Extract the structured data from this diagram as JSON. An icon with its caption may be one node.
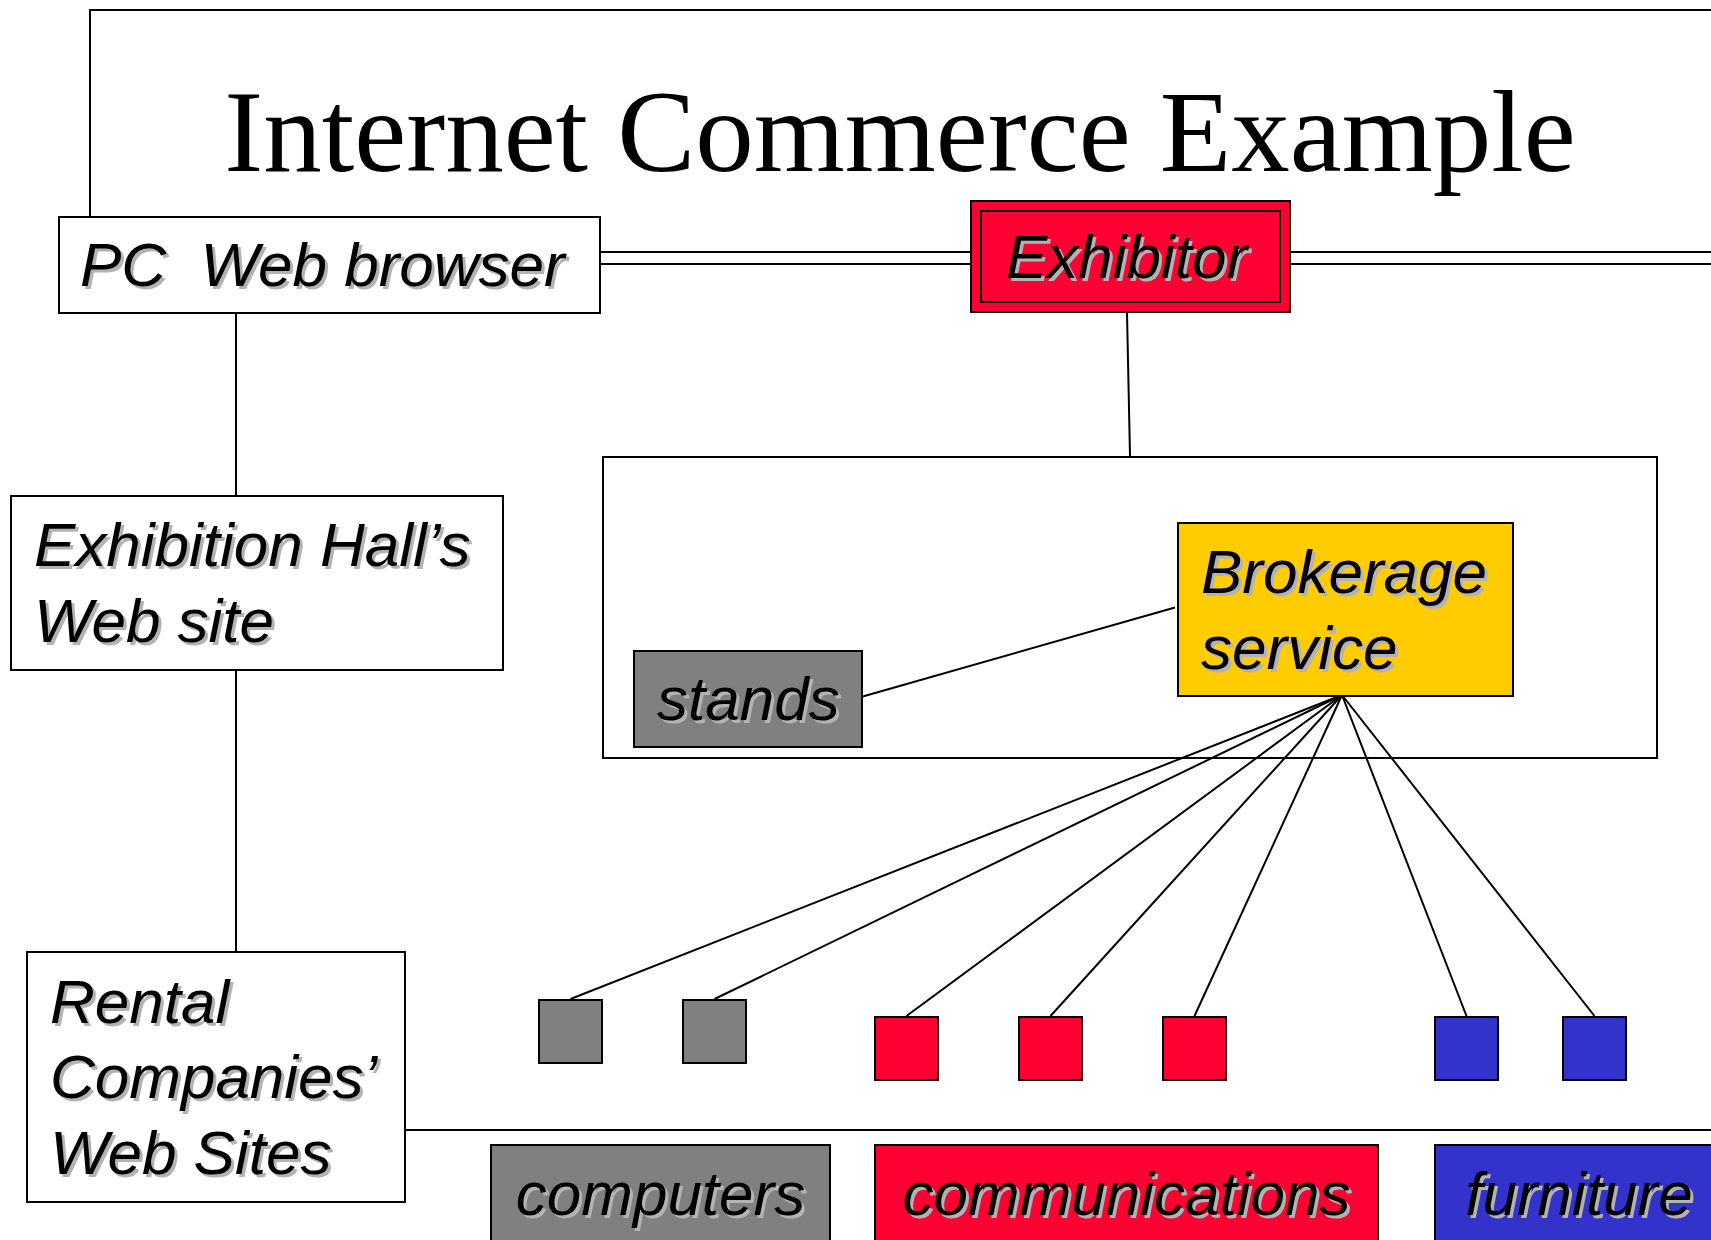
{
  "diagram": {
    "title": "Internet Commerce Example",
    "nodes": [
      {
        "text": [
          "PC  Web browser"
        ]
      },
      {
        "text": [
          "Exhibitor"
        ]
      },
      {
        "text": [
          "Exhibition Hall’s Web site"
        ]
      },
      {
        "text": [],
        "shape": "box"
      },
      {
        "text": [
          "Brokerage service"
        ],
        "in": 3
      },
      {
        "text": [
          "stands"
        ],
        "in": 3
      },
      {
        "text": [],
        "shape": "box"
      },
      {
        "text": [],
        "shape": "box"
      },
      {
        "text": [],
        "shape": "box"
      },
      {
        "text": [],
        "shape": "box"
      },
      {
        "text": [],
        "shape": "box"
      },
      {
        "text": [],
        "shape": "box"
      },
      {
        "text": [],
        "shape": "box"
      },
      {
        "text": [
          "Rental Companies’ Web Sites"
        ]
      }
    ],
    "edges": [
      {
        "from": 1,
        "to": 3,
        "arrow": "none"
      },
      {
        "from": 5,
        "to": 4,
        "arrow": "none"
      },
      {
        "from": 4,
        "to": 6,
        "arrow": "none"
      },
      {
        "from": 4,
        "to": 7,
        "arrow": "none"
      },
      {
        "from": 4,
        "to": 8,
        "arrow": "none"
      },
      {
        "from": 4,
        "to": 9,
        "arrow": "none"
      },
      {
        "from": 4,
        "to": 10,
        "arrow": "none"
      },
      {
        "from": 4,
        "to": 11,
        "arrow": "none"
      },
      {
        "from": 4,
        "to": 12,
        "arrow": "none"
      }
    ],
    "legend": [
      {
        "text": "computers",
        "color": "#808080"
      },
      {
        "text": "communications",
        "color": "#ff0033"
      },
      {
        "text": "furniture",
        "color": "#3333cc"
      }
    ]
  }
}
